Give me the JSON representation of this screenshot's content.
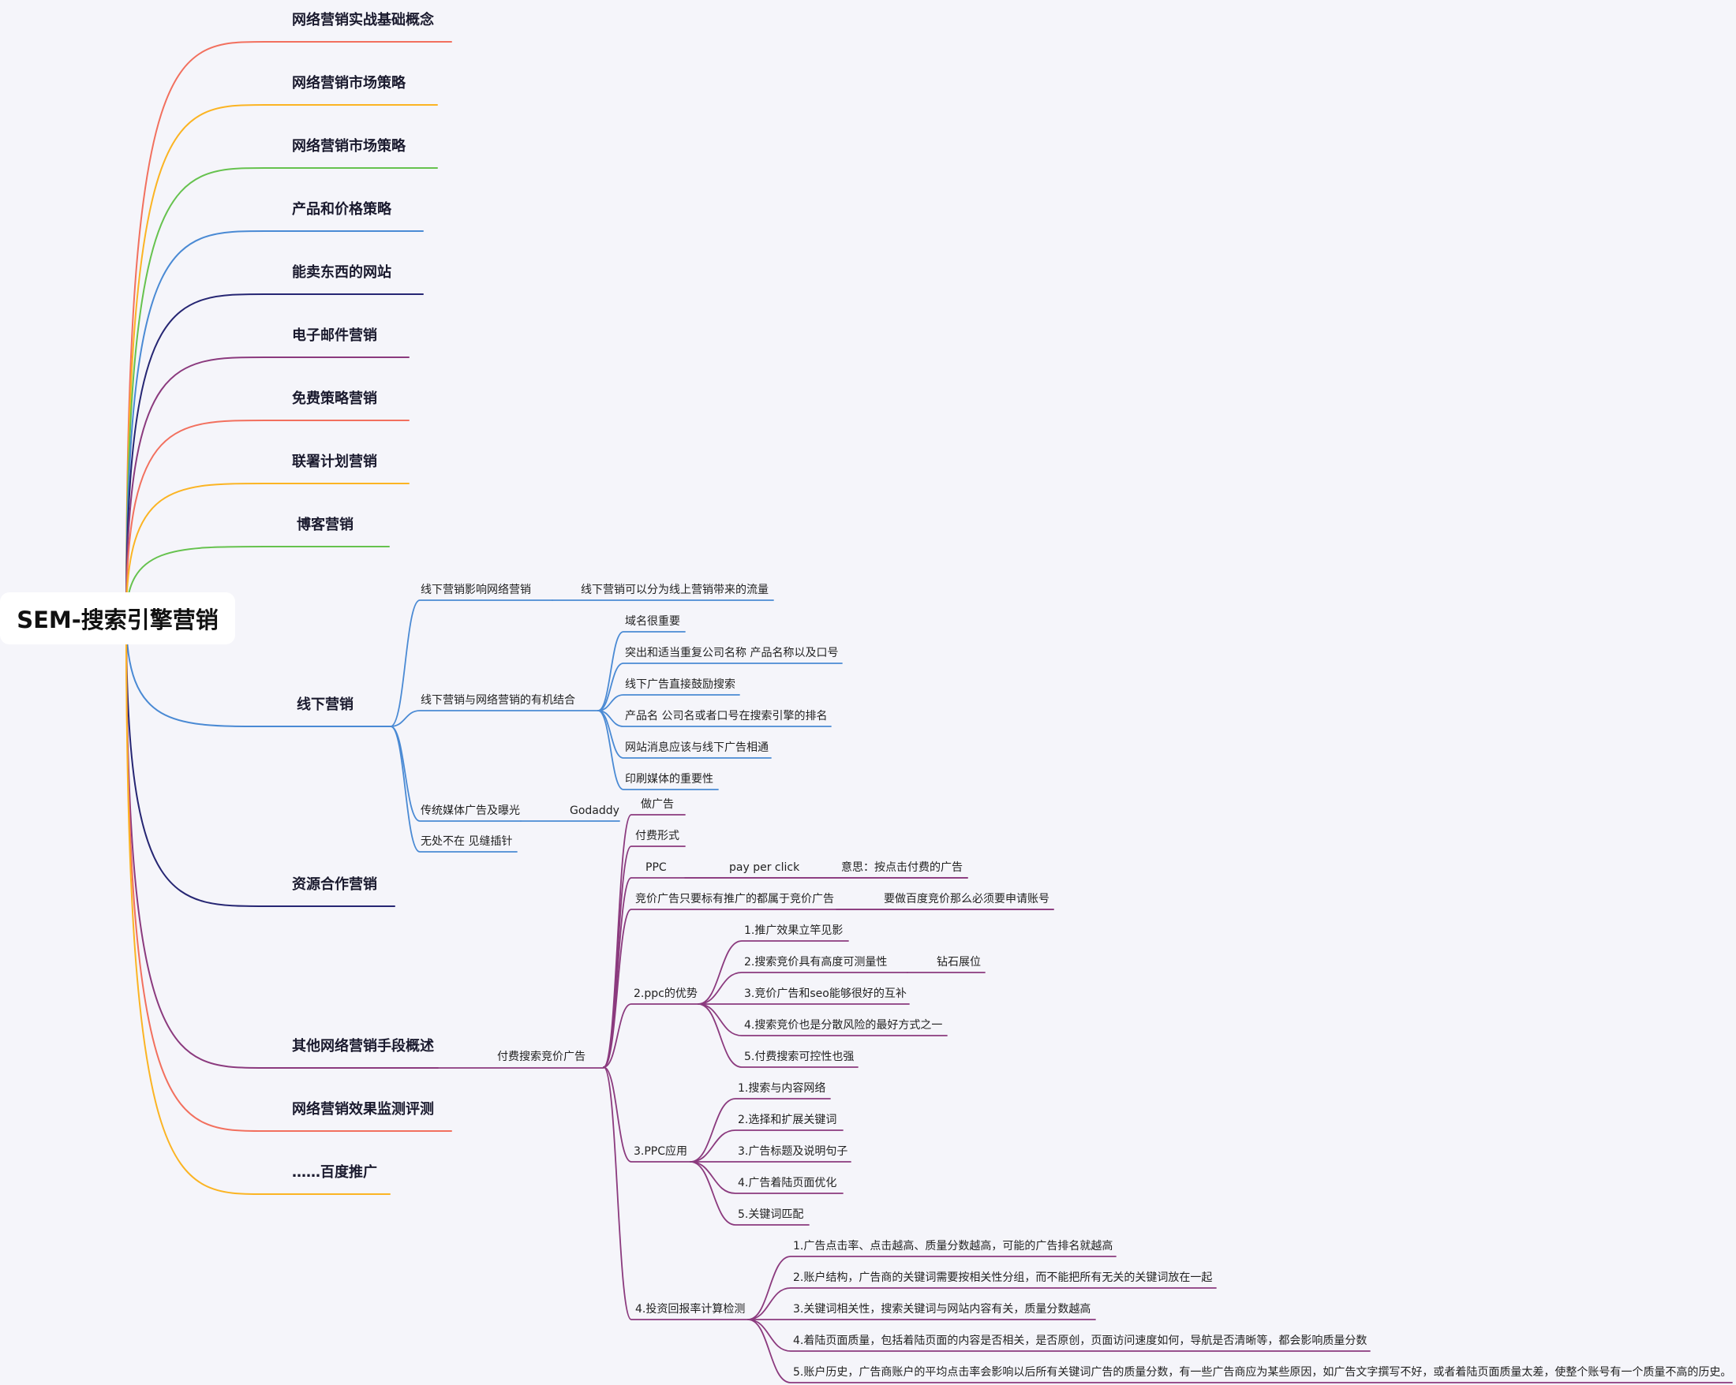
{
  "root": "SEM-搜索引擎营销",
  "colors": {
    "red": "#f2705e",
    "yellow": "#fbb423",
    "green": "#66c24e",
    "blue": "#4a8ad4",
    "navy": "#262673",
    "purple": "#8b3a7e"
  },
  "main_topics": [
    "网络营销实战基础概念",
    "网络营销市场策略",
    "网络营销市场策略",
    "产品和价格策略",
    "能卖东西的网站",
    "电子邮件营销",
    "免费策略营销",
    "联署计划营销",
    "博客营销",
    "线下营销",
    "资源合作营销",
    "其他网络营销手段概述",
    "网络营销效果监测评测",
    "……百度推广"
  ],
  "offline": {
    "b1": "线下营销影响网络营销",
    "b1_child": "线下营销可以分为线上营销带来的流量",
    "b2": "线下营销与网络营销的有机结合",
    "b2_children": [
      "域名很重要",
      "突出和适当重复公司名称 产品名称以及口号",
      "线下广告直接鼓励搜索",
      "产品名 公司名或者口号在搜索引擎的排名",
      "网站消息应该与线下广告相通",
      "印刷媒体的重要性"
    ],
    "b3": "传统媒体广告及曝光",
    "b3_child": "Godaddy",
    "b4": "无处不在 见缝插针"
  },
  "paid": {
    "label": "付费搜索竞价广告",
    "c1": "做广告",
    "c2": "付费形式",
    "c3": "PPC",
    "c3_child": "pay per click",
    "c3_grandchild": "意思：按点击付费的广告",
    "c4": "竞价广告只要标有推广的都属于竞价广告",
    "c4_child": "要做百度竞价那么必须要申请账号",
    "c5": "2.ppc的优势",
    "c5_children": [
      "1.推广效果立竿见影",
      "2.搜索竞价具有高度可测量性",
      "3.竞价广告和seo能够很好的互补",
      "4.搜索竞价也是分散风险的最好方式之一",
      "5.付费搜索可控性也强"
    ],
    "c5_extra": "钻石展位",
    "c6": "3.PPC应用",
    "c6_children": [
      "1.搜索与内容网络",
      "2.选择和扩展关键词",
      "3.广告标题及说明句子",
      "4.广告着陆页面优化",
      "5.关键词匹配"
    ],
    "c7": "4.投资回报率计算检测",
    "c7_children": [
      "1.广告点击率、点击越高、质量分数越高，可能的广告排名就越高",
      "2.账户结构，广告商的关键词需要按相关性分组，而不能把所有无关的关键词放在一起",
      "3.关键词相关性，搜索关键词与网站内容有关，质量分数越高",
      "4.着陆页面质量，包括着陆页面的内容是否相关，是否原创，页面访问速度如何，导航是否清晰等，都会影响质量分数",
      "5.账户历史，广告商账户的平均点击率会影响以后所有关键词广告的质量分数，有一些广告商应为某些原因，如广告文字撰写不好，或者着陆页面质量太差，使整个账号有一个质量不高的历史。"
    ]
  }
}
